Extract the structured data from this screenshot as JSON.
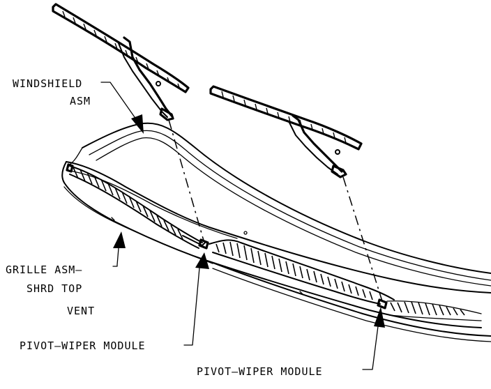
{
  "labels": {
    "windshield_line1": "WINDSHIELD",
    "windshield_line2": "ASM",
    "grille_line1": "GRILLE ASM–",
    "grille_line2": "SHRD TOP",
    "grille_line3": "VENT",
    "pivot_left": "PIVOT–WIPER MODULE",
    "pivot_right": "PIVOT–WIPER MODULE"
  }
}
